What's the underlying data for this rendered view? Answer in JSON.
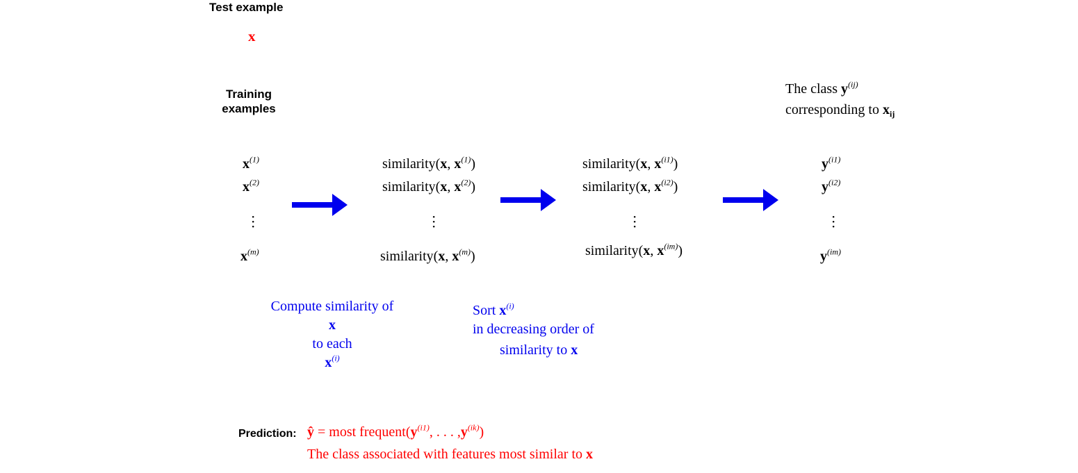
{
  "labels": {
    "test_example": "Test example",
    "training_examples": "Training examples",
    "prediction": "Prediction:"
  },
  "symbols": {
    "x": "x",
    "y": "y",
    "similarity": "similarity",
    "class_text": "The class",
    "corresponding_to": "corresponding to",
    "sup_1": "(1)",
    "sup_2": "(2)",
    "sup_m": "(m)",
    "sup_i": "(i)",
    "sup_ij": "(ij)",
    "sub_ij": "ij",
    "sup_i1": "(i1)",
    "sup_i2": "(i2)",
    "sup_im": "(im)",
    "sup_ik": "(ik)"
  },
  "steps": {
    "compute": [
      "Compute similarity of",
      "x",
      "to each",
      "x"
    ],
    "sort": [
      "Sort",
      "in decreasing order of",
      "similarity to"
    ]
  },
  "prediction": {
    "hat_y": "ŷ",
    "formula_text": "= most frequent",
    "ellipsis": ", . . . ,",
    "explanation": "The class associated with features most similar to"
  },
  "colors": {
    "arrow": "#0000ee",
    "note": "#0000ee",
    "highlight": "#ff0000"
  }
}
